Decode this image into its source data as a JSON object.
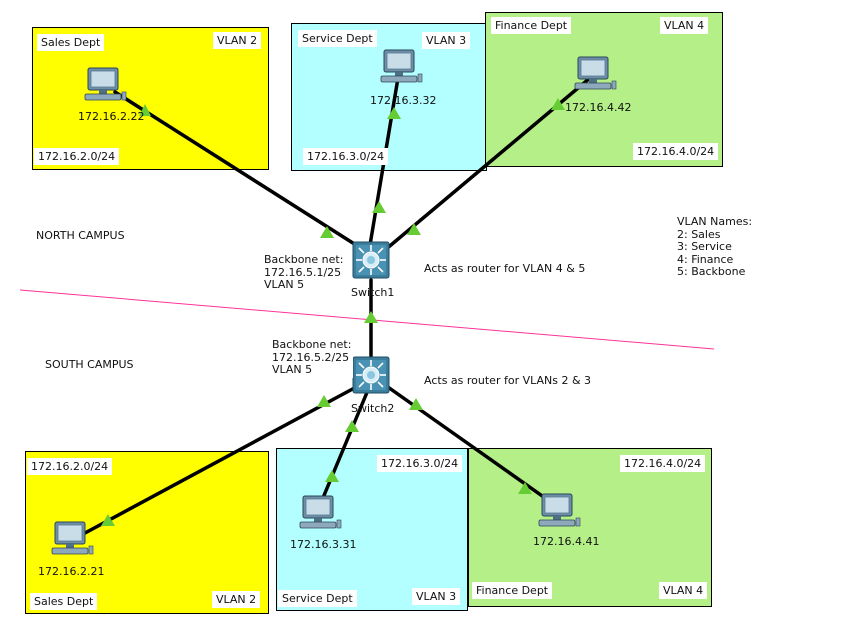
{
  "north": {
    "sales": {
      "dept": "Sales Dept",
      "vlan": "VLAN 2",
      "subnet": "172.16.2.0/24",
      "pc_ip": "172.16.2.22"
    },
    "service": {
      "dept": "Service Dept",
      "vlan": "VLAN 3",
      "subnet": "172.16.3.0/24",
      "pc_ip": "172.16.3.32"
    },
    "finance": {
      "dept": "Finance Dept",
      "vlan": "VLAN 4",
      "subnet": "172.16.4.0/24",
      "pc_ip": "172.16.4.42"
    },
    "campus_label": "NORTH CAMPUS"
  },
  "south": {
    "sales": {
      "dept": "Sales Dept",
      "vlan": "VLAN 2",
      "subnet": "172.16.2.0/24",
      "pc_ip": "172.16.2.21"
    },
    "service": {
      "dept": "Service Dept",
      "vlan": "VLAN 3",
      "subnet": "172.16.3.0/24",
      "pc_ip": "172.16.3.31"
    },
    "finance": {
      "dept": "Finance Dept",
      "vlan": "VLAN 4",
      "subnet": "172.16.4.0/24",
      "pc_ip": "172.16.4.41"
    },
    "campus_label": "SOUTH CAMPUS"
  },
  "switch1": {
    "name": "Switch1",
    "backbone": [
      "Backbone net:",
      "172.16.5.1/25",
      "VLAN 5"
    ],
    "note": "Acts as router for VLAN 4 & 5"
  },
  "switch2": {
    "name": "Switch2",
    "backbone": [
      "Backbone net:",
      "172.16.5.2/25",
      "VLAN 5"
    ],
    "note": "Acts as router for VLANs 2 & 3"
  },
  "vlan_names": [
    "VLAN Names:",
    "2: Sales",
    "3: Service",
    "4: Finance",
    "5: Backbone"
  ],
  "colors": {
    "sales": "#ffff00",
    "service": "#b3ffff",
    "finance": "#b5ef88",
    "link_up": "#66cc33",
    "campus_divider": "#ff3399"
  },
  "icons": [
    "pc-icon",
    "layer3-switch-icon"
  ]
}
